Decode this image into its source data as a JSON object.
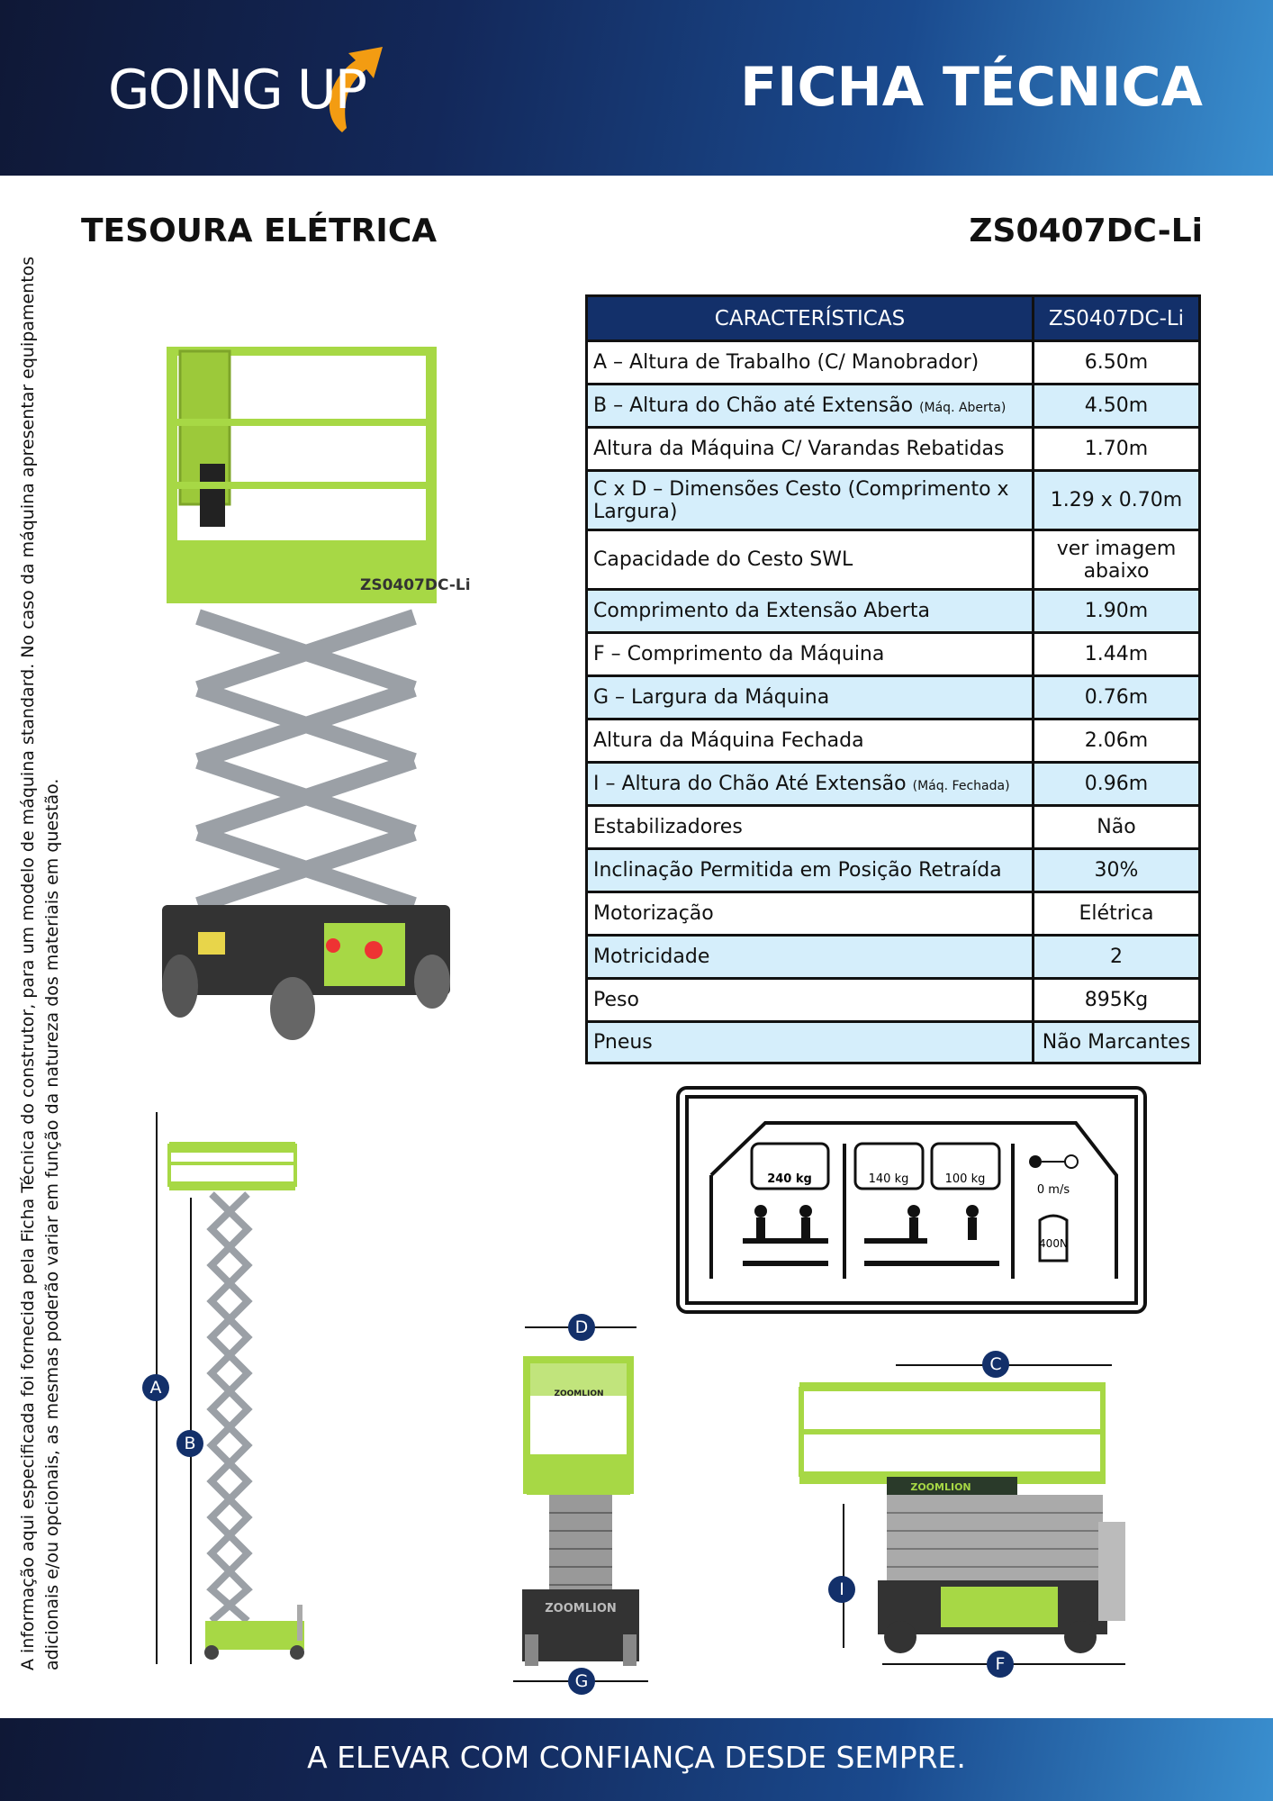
{
  "header": {
    "logo_text": "GOING UP",
    "title": "FICHA TÉCNICA"
  },
  "section": {
    "title": "TESOURA ELÉTRICA",
    "model": "ZS0407DC-Li"
  },
  "side_note": "A informação aqui especificada foi fornecida pela Ficha Técnica do construtor, para um modelo de máquina standard. No caso da máquina apresentar equipamentos adicionais e/ou opcionais, as mesmas poderão variar em função da natureza dos materiais em questão.",
  "table": {
    "headers": [
      "CARACTERÍSTICAS",
      "ZS0407DC-Li"
    ],
    "rows": [
      {
        "label": "A – Altura de Trabalho (C/ Manobrador)",
        "note": "",
        "value": "6.50m"
      },
      {
        "label": "B – Altura do Chão até Extensão",
        "note": "(Máq. Aberta)",
        "value": "4.50m"
      },
      {
        "label": "Altura da Máquina C/ Varandas Rebatidas",
        "note": "",
        "value": "1.70m"
      },
      {
        "label": "C x D – Dimensões Cesto (Comprimento x Largura)",
        "note": "",
        "value": "1.29 x 0.70m"
      },
      {
        "label": "Capacidade do Cesto SWL",
        "note": "",
        "value": "ver imagem abaixo"
      },
      {
        "label": "Comprimento da Extensão Aberta",
        "note": "",
        "value": "1.90m"
      },
      {
        "label": "F – Comprimento da Máquina",
        "note": "",
        "value": "1.44m"
      },
      {
        "label": "G – Largura da Máquina",
        "note": "",
        "value": "0.76m"
      },
      {
        "label": "Altura da Máquina Fechada",
        "note": "",
        "value": "2.06m"
      },
      {
        "label": "I – Altura do Chão Até Extensão",
        "note": "(Máq. Fechada)",
        "value": "0.96m"
      },
      {
        "label": "Estabilizadores",
        "note": "",
        "value": "Não"
      },
      {
        "label": "Inclinação Permitida em Posição Retraída",
        "note": "",
        "value": "30%"
      },
      {
        "label": "Motorização",
        "note": "",
        "value": "Elétrica"
      },
      {
        "label": "Motricidade",
        "note": "",
        "value": "2"
      },
      {
        "label": "Peso",
        "note": "",
        "value": "895Kg"
      },
      {
        "label": "Pneus",
        "note": "",
        "value": "Não Marcantes"
      }
    ]
  },
  "machine_photo": {
    "model_label": "ZS0407DC-Li"
  },
  "capacity_sign": {
    "load1": "240 kg",
    "load2": "140 kg",
    "load3": "100 kg",
    "wind": "0 m/s",
    "force": "400N"
  },
  "diagram_labels": {
    "a": "A",
    "b": "B",
    "c": "C",
    "d": "D",
    "f": "F",
    "g": "G",
    "i": "I",
    "brand": "ZOOMLION"
  },
  "footer": {
    "tagline": "A ELEVAR COM CONFIANÇA DESDE SEMPRE."
  },
  "colors": {
    "navy": "#13306a",
    "light_blue": "#d5eefb",
    "machine_green": "#a7d845"
  }
}
